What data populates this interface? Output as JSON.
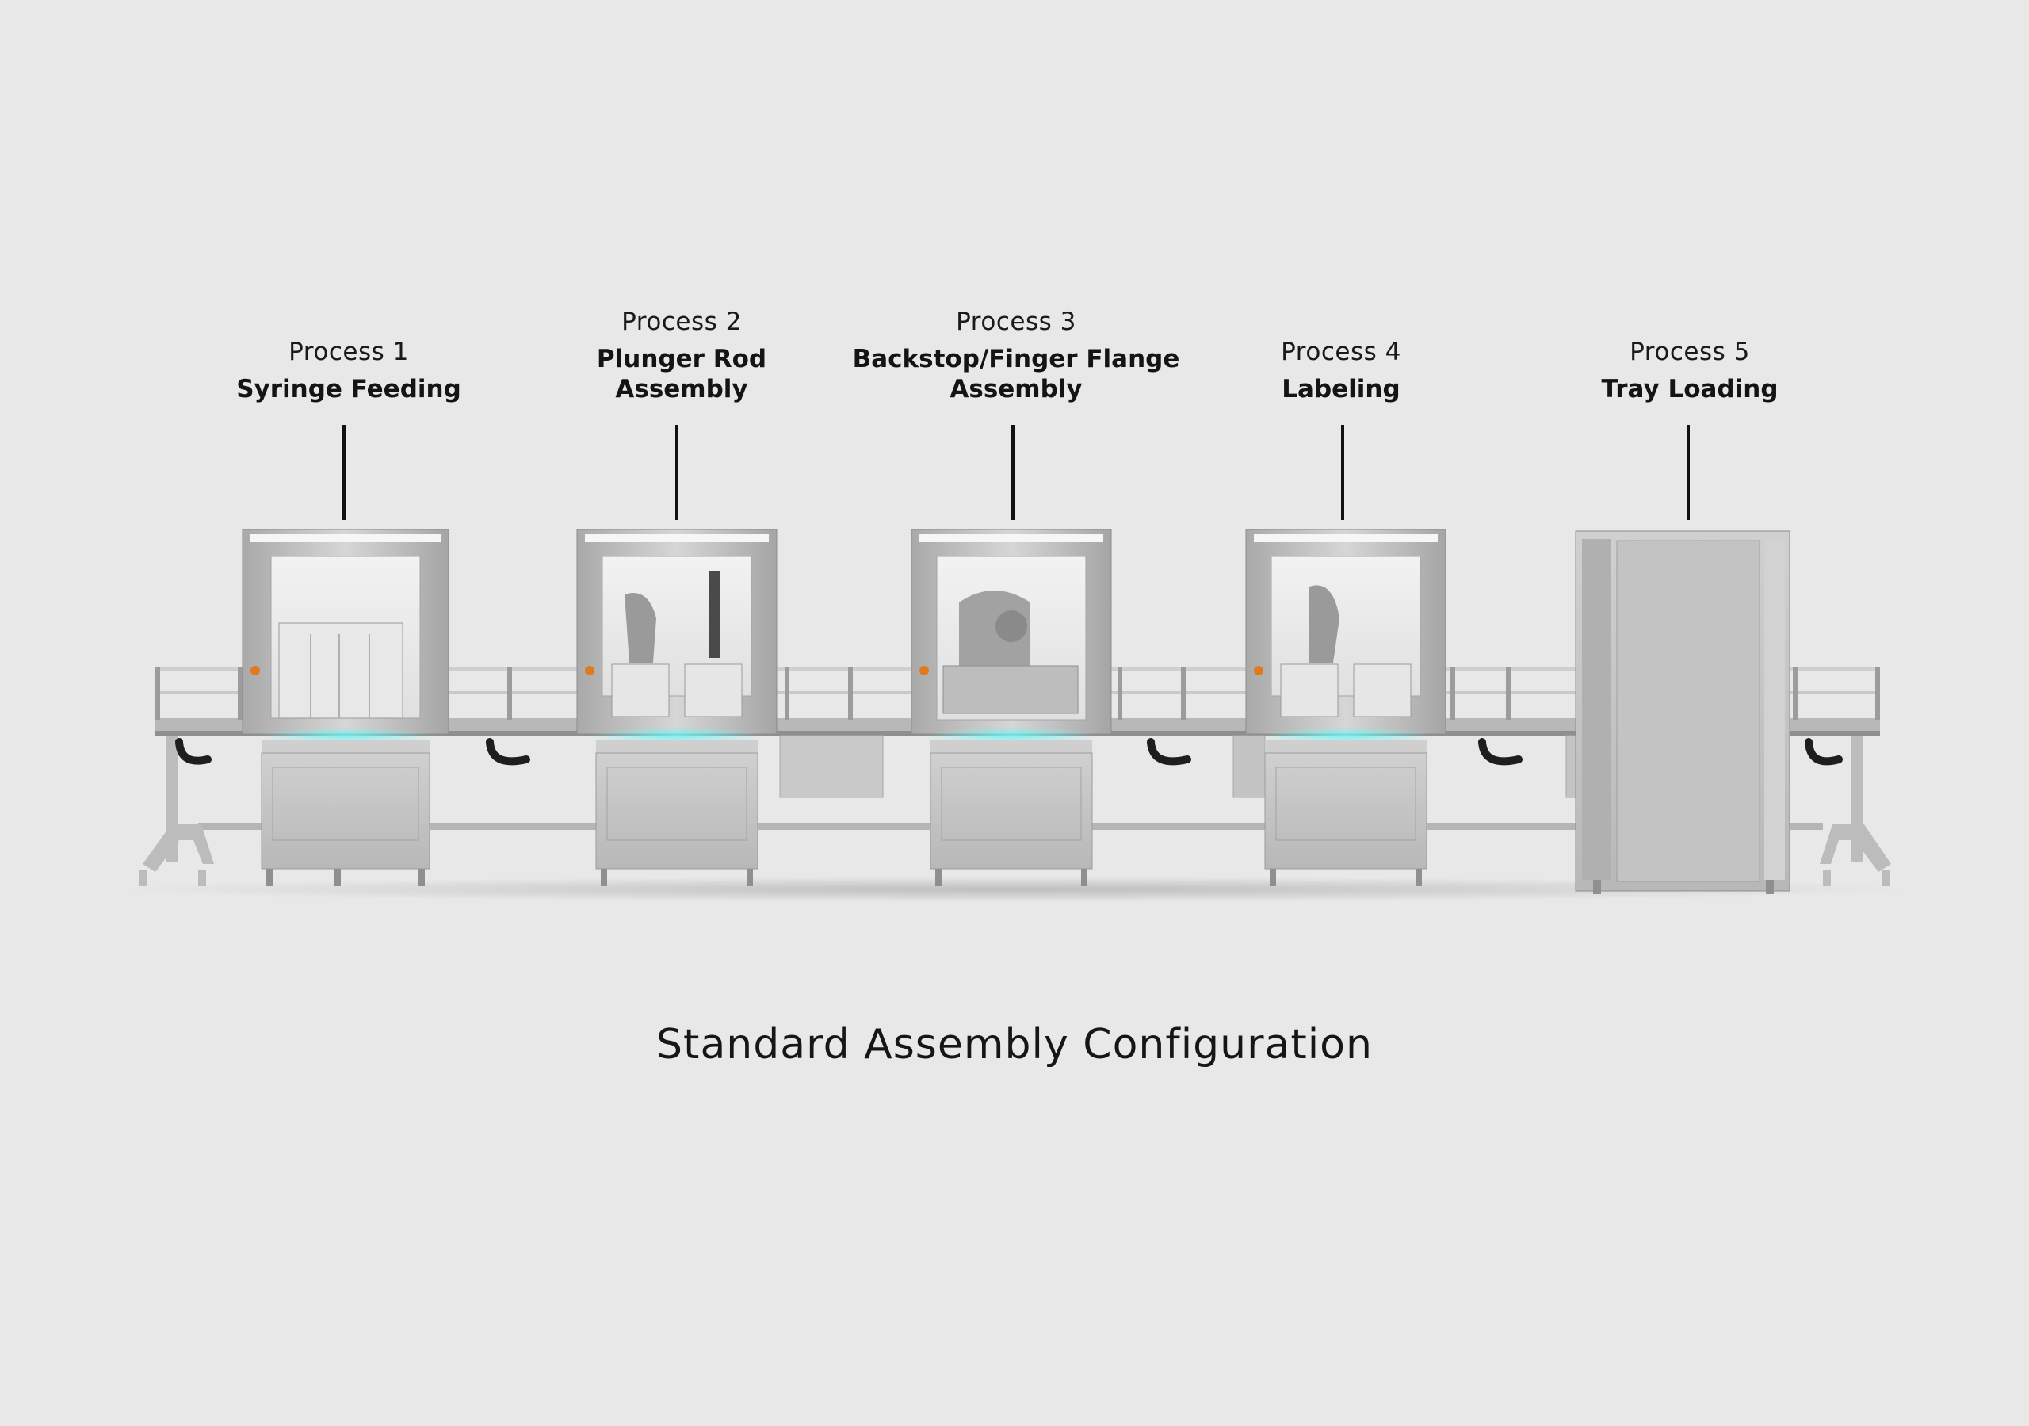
{
  "processes": [
    {
      "number_label": "Process 1",
      "name": "Syringe Feeding"
    },
    {
      "number_label": "Process 2",
      "name": "Plunger Rod\nAssembly"
    },
    {
      "number_label": "Process 3",
      "name": "Backstop/Finger Flange\nAssembly"
    },
    {
      "number_label": "Process 4",
      "name": "Labeling"
    },
    {
      "number_label": "Process 5",
      "name": "Tray Loading"
    }
  ],
  "caption": "Standard Assembly Configuration",
  "colors": {
    "background": "#e8e8e8",
    "steel": "#bdbdbd",
    "steel_dark": "#9a9a9a",
    "glow": "#5ee6e6",
    "text": "#111111"
  }
}
